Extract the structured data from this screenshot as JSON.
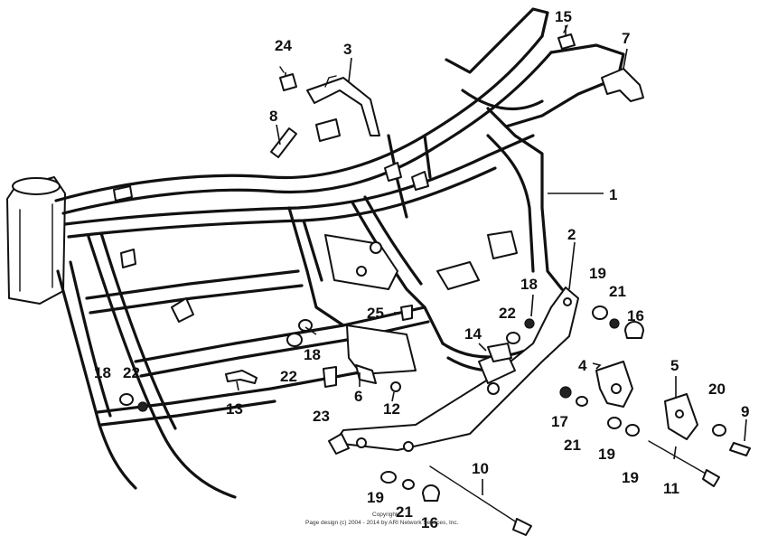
{
  "diagram": {
    "callouts": [
      {
        "id": "1",
        "text": "1"
      },
      {
        "id": "2",
        "text": "2"
      },
      {
        "id": "3",
        "text": "3"
      },
      {
        "id": "4",
        "text": "4"
      },
      {
        "id": "5",
        "text": "5"
      },
      {
        "id": "6",
        "text": "6"
      },
      {
        "id": "7",
        "text": "7"
      },
      {
        "id": "8",
        "text": "8"
      },
      {
        "id": "9",
        "text": "9"
      },
      {
        "id": "10",
        "text": "10"
      },
      {
        "id": "11",
        "text": "11"
      },
      {
        "id": "12",
        "text": "12"
      },
      {
        "id": "13",
        "text": "13"
      },
      {
        "id": "14",
        "text": "14"
      },
      {
        "id": "15",
        "text": "15"
      },
      {
        "id": "16a",
        "text": "16"
      },
      {
        "id": "16b",
        "text": "16"
      },
      {
        "id": "17",
        "text": "17"
      },
      {
        "id": "18a",
        "text": "18"
      },
      {
        "id": "18b",
        "text": "18"
      },
      {
        "id": "18c",
        "text": "18"
      },
      {
        "id": "19a",
        "text": "19"
      },
      {
        "id": "19b",
        "text": "19"
      },
      {
        "id": "19c",
        "text": "19"
      },
      {
        "id": "19d",
        "text": "19"
      },
      {
        "id": "20",
        "text": "20"
      },
      {
        "id": "21a",
        "text": "21"
      },
      {
        "id": "21b",
        "text": "21"
      },
      {
        "id": "21c",
        "text": "21"
      },
      {
        "id": "22a",
        "text": "22"
      },
      {
        "id": "22b",
        "text": "22"
      },
      {
        "id": "22c",
        "text": "22"
      },
      {
        "id": "23",
        "text": "23"
      },
      {
        "id": "24",
        "text": "24"
      },
      {
        "id": "25",
        "text": "25"
      }
    ],
    "copyright_line1": "Copyright",
    "copyright_line2": "Page design (c) 2004 - 2014 by ARI Network Services, Inc."
  }
}
